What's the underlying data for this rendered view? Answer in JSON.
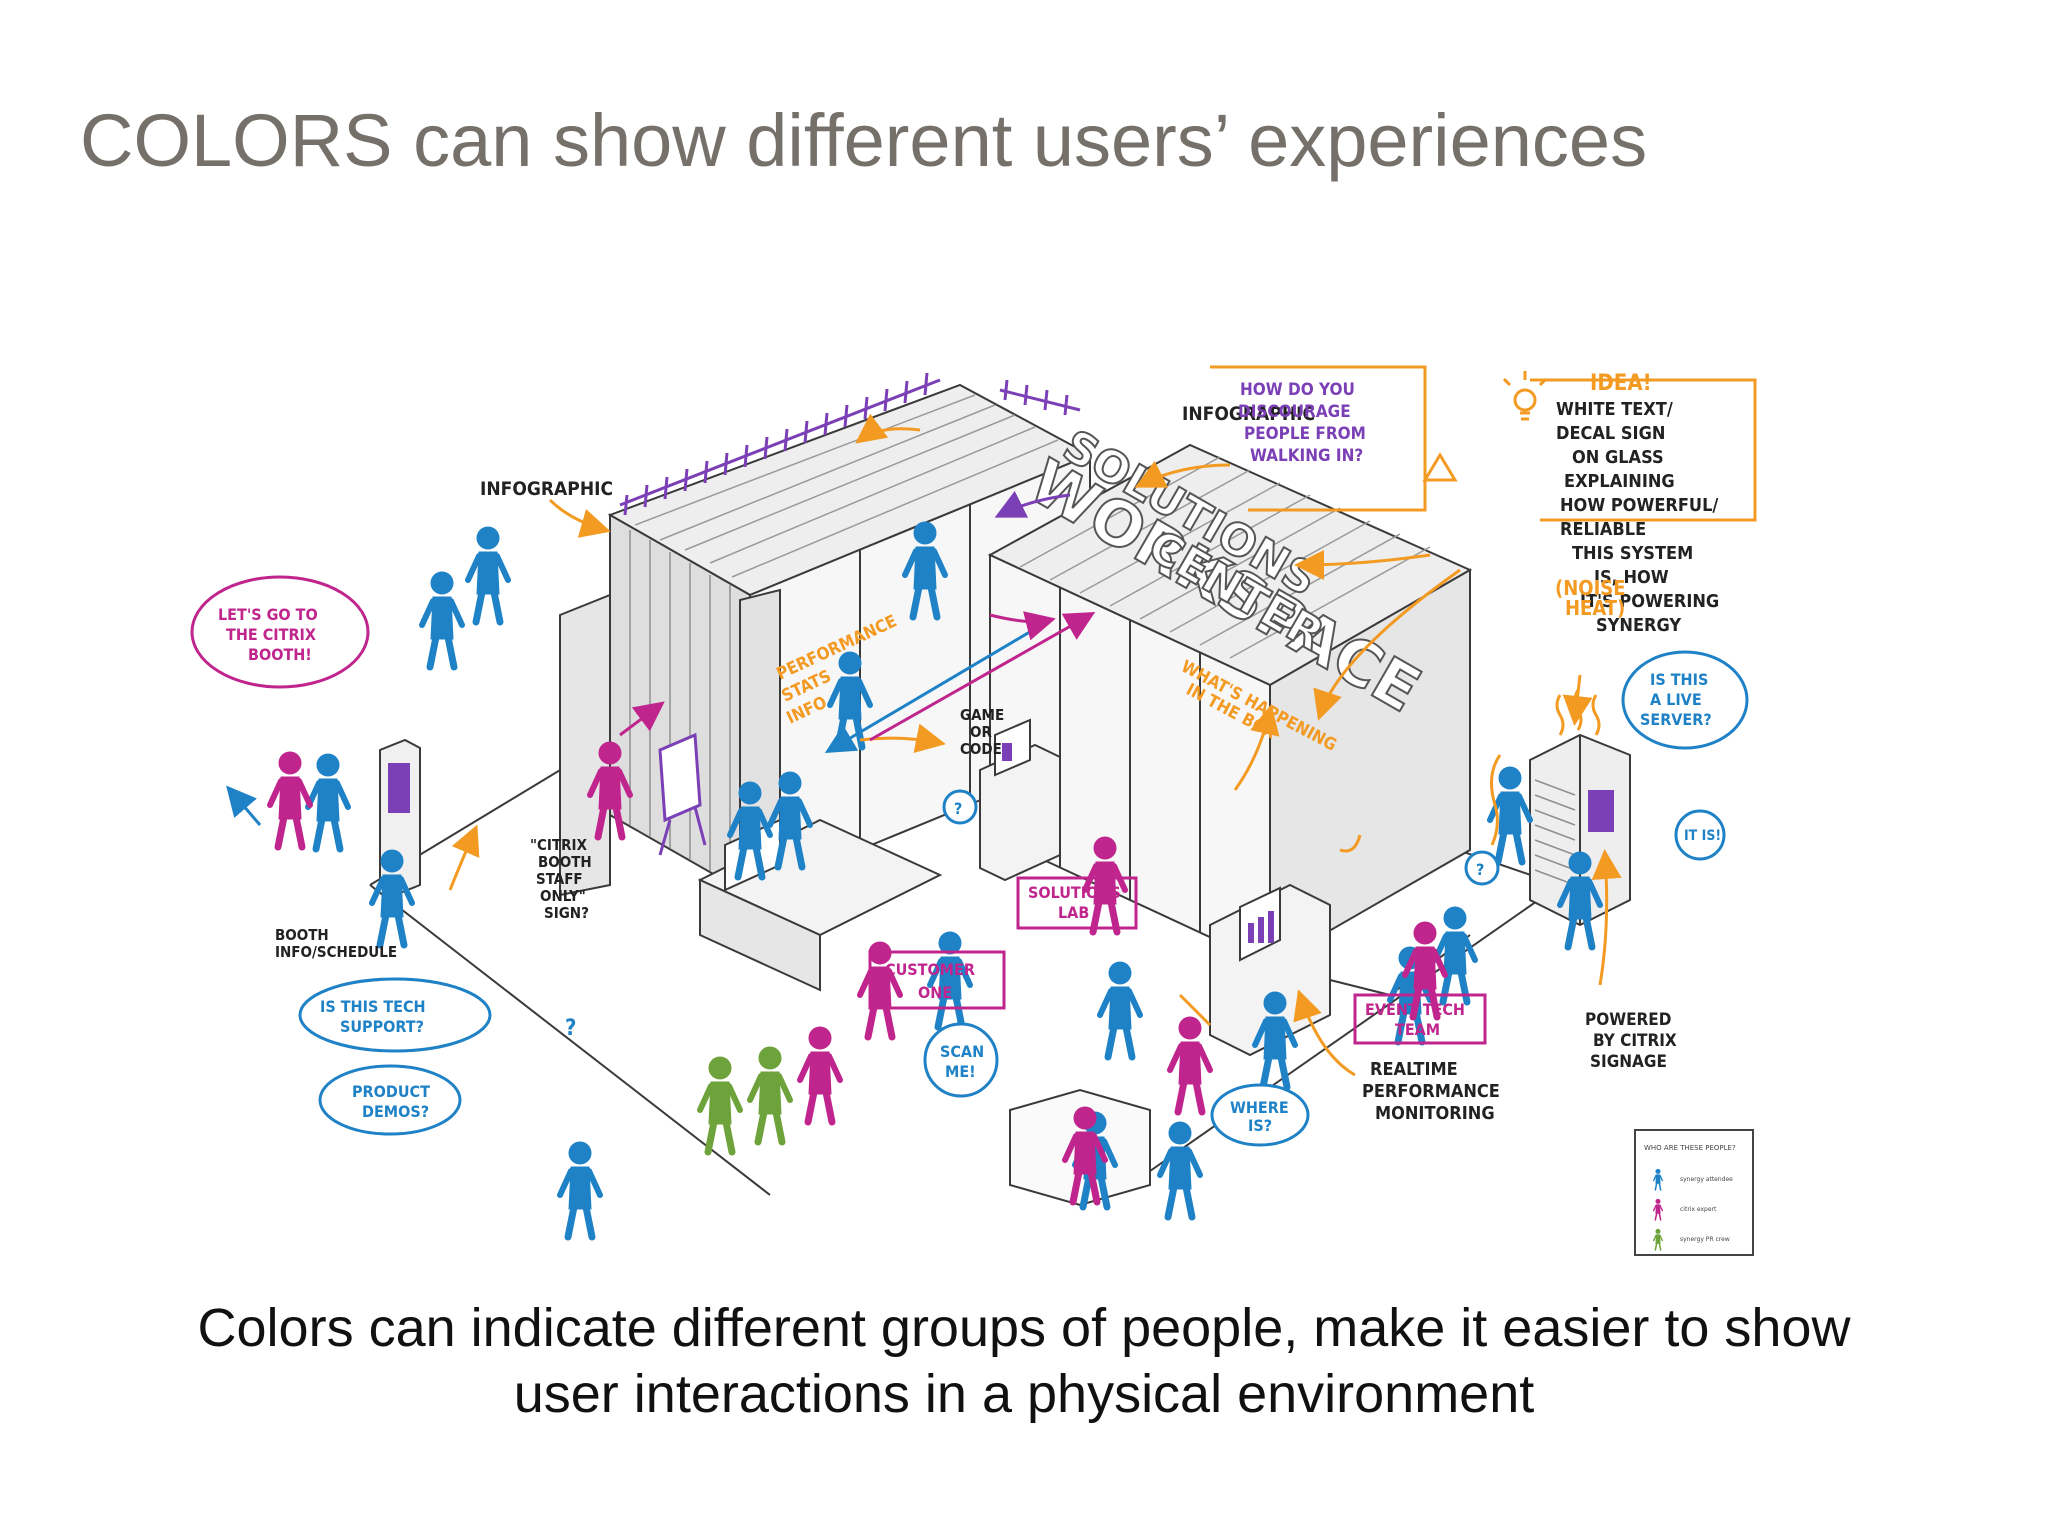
{
  "slide": {
    "title": "COLORS can show different users’ experiences",
    "caption_line1": "Colors can indicate different groups of people, make it easier to show",
    "caption_line2": "user interactions in a physical environment"
  },
  "colors": {
    "title_gray": "#76706a",
    "attendee_blue": "#1f82c6",
    "citrix_magenta": "#c0258e",
    "pr_green": "#6ea23a",
    "annotation_orange": "#f39a23",
    "infographic_purple": "#7b3fb6",
    "line_dark": "#3a3a3a"
  },
  "labels": {
    "infographic_left": "INFOGRAPHIC",
    "infographic_right": "INFOGRAPHIC",
    "discourage_1": "HOW DO YOU",
    "discourage_2": "DISCOURAGE",
    "discourage_3": "PEOPLE FROM",
    "discourage_4": "WALKING IN?",
    "idea": "IDEA!",
    "idea_1": "WHITE TEXT/",
    "idea_2": "DECAL SIGN",
    "idea_3": "ON GLASS",
    "idea_4": "EXPLAINING",
    "idea_5": "HOW POWERFUL/",
    "idea_6": "RELIABLE",
    "idea_7": "THIS SYSTEM",
    "idea_8": "IS, HOW",
    "idea_9": "IT'S POWERING",
    "idea_10": "SYNERGY",
    "sign_1": "SOLUTIONS",
    "sign_2": "WORKSPACE",
    "sign_3": "CENTER",
    "noise_1": "(NOISE",
    "noise_2": "HEAT)",
    "lets_go_1": "LET'S GO TO",
    "lets_go_2": "THE CITRIX",
    "lets_go_3": "BOOTH!",
    "perf_1": "PERFORMANCE",
    "perf_2": "STATS",
    "perf_3": "INFO",
    "whats_1": "WHAT'S HAPPENING",
    "whats_2": "IN THE BOX",
    "live_server_1": "IS THIS",
    "live_server_2": "A LIVE",
    "live_server_3": "SERVER?",
    "game_1": "GAME",
    "game_2": "OR",
    "game_3": "CODE",
    "staff_1": "\"CITRIX",
    "staff_2": "BOOTH",
    "staff_3": "STAFF",
    "staff_4": "ONLY\"",
    "staff_5": "SIGN?",
    "booth_1": "BOOTH",
    "booth_2": "INFO/SCHEDULE",
    "solutions_lab_1": "SOLUTIONS",
    "solutions_lab_2": "LAB",
    "customer_1": "CUSTOMER",
    "customer_2": "ONE",
    "it_is": "IT IS!",
    "question": "?",
    "tech_support_1": "IS THIS TECH",
    "tech_support_2": "SUPPORT?",
    "product_1": "PRODUCT",
    "product_2": "DEMOS?",
    "event_tech_1": "EVENT TECH",
    "event_tech_2": "TEAM",
    "powered_1": "POWERED",
    "powered_2": "BY CITRIX",
    "powered_3": "SIGNAGE",
    "scan_1": "SCAN",
    "scan_2": "ME!",
    "where_1": "WHERE",
    "where_2": "IS?",
    "realtime_1": "REALTIME",
    "realtime_2": "PERFORMANCE",
    "realtime_3": "MONITORING"
  },
  "legend": {
    "title": "WHO ARE THESE PEOPLE?",
    "items": [
      "synergy attendee",
      "citrix expert",
      "synergy PR crew"
    ]
  }
}
